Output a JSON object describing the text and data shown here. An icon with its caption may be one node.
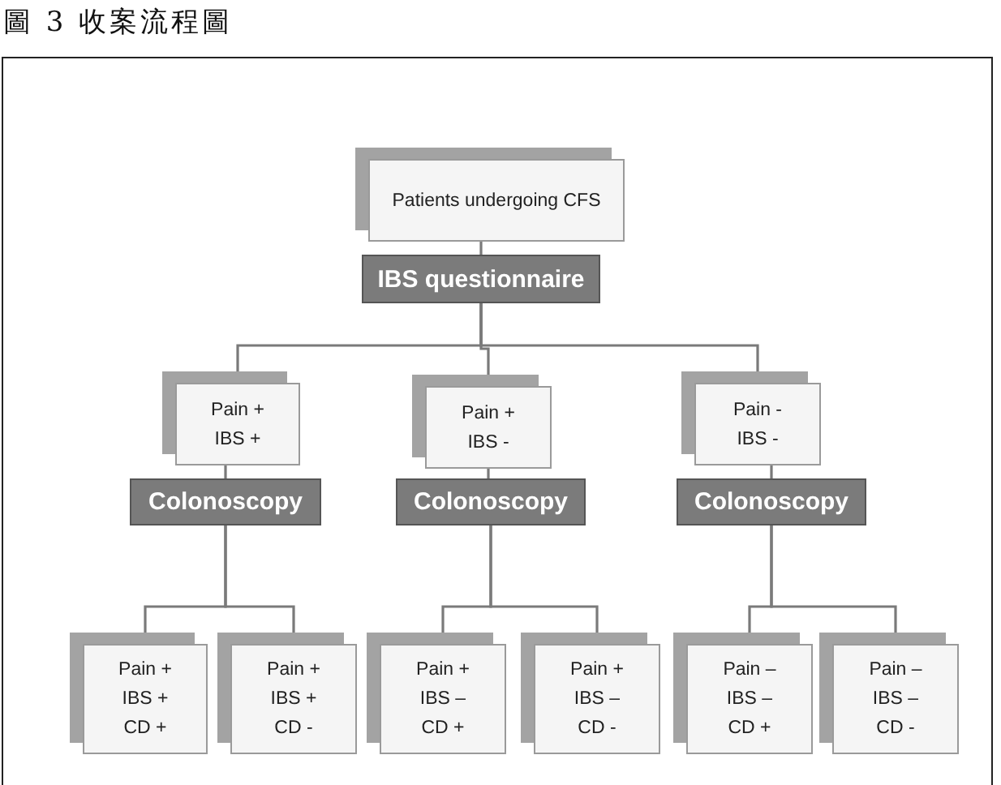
{
  "diagram": {
    "title": "圖 3 收案流程圖",
    "nodes": [
      {
        "text": [
          "Patients undergoing CFS"
        ]
      },
      {
        "text": [
          "IBS questionnaire"
        ]
      },
      {
        "text": [
          "Pain +",
          "IBS +"
        ]
      },
      {
        "text": [
          "Pain +",
          "IBS -"
        ]
      },
      {
        "text": [
          "Pain -",
          "IBS -"
        ]
      },
      {
        "text": [
          "Colonoscopy"
        ]
      },
      {
        "text": [
          "Colonoscopy"
        ]
      },
      {
        "text": [
          "Colonoscopy"
        ]
      },
      {
        "text": [
          "Pain +",
          "IBS +",
          "CD +"
        ]
      },
      {
        "text": [
          "Pain +",
          "IBS +",
          "CD -"
        ]
      },
      {
        "text": [
          "Pain +",
          "IBS –",
          "CD +"
        ]
      },
      {
        "text": [
          "Pain +",
          "IBS –",
          "CD -"
        ]
      },
      {
        "text": [
          "Pain –",
          "IBS –",
          "CD +"
        ]
      },
      {
        "text": [
          "Pain –",
          "IBS –",
          "CD -"
        ]
      }
    ],
    "edges": [
      {
        "from": 0,
        "to": 1,
        "arrow": "none"
      },
      {
        "from": 1,
        "to": 2,
        "arrow": "none"
      },
      {
        "from": 1,
        "to": 3,
        "arrow": "none"
      },
      {
        "from": 1,
        "to": 4,
        "arrow": "none"
      },
      {
        "from": 2,
        "to": 5,
        "arrow": "none"
      },
      {
        "from": 3,
        "to": 6,
        "arrow": "none"
      },
      {
        "from": 4,
        "to": 7,
        "arrow": "none"
      },
      {
        "from": 5,
        "to": 8,
        "arrow": "none"
      },
      {
        "from": 5,
        "to": 9,
        "arrow": "none"
      },
      {
        "from": 6,
        "to": 10,
        "arrow": "none"
      },
      {
        "from": 6,
        "to": 11,
        "arrow": "none"
      },
      {
        "from": 7,
        "to": 12,
        "arrow": "none"
      },
      {
        "from": 7,
        "to": 13,
        "arrow": "none"
      }
    ]
  }
}
